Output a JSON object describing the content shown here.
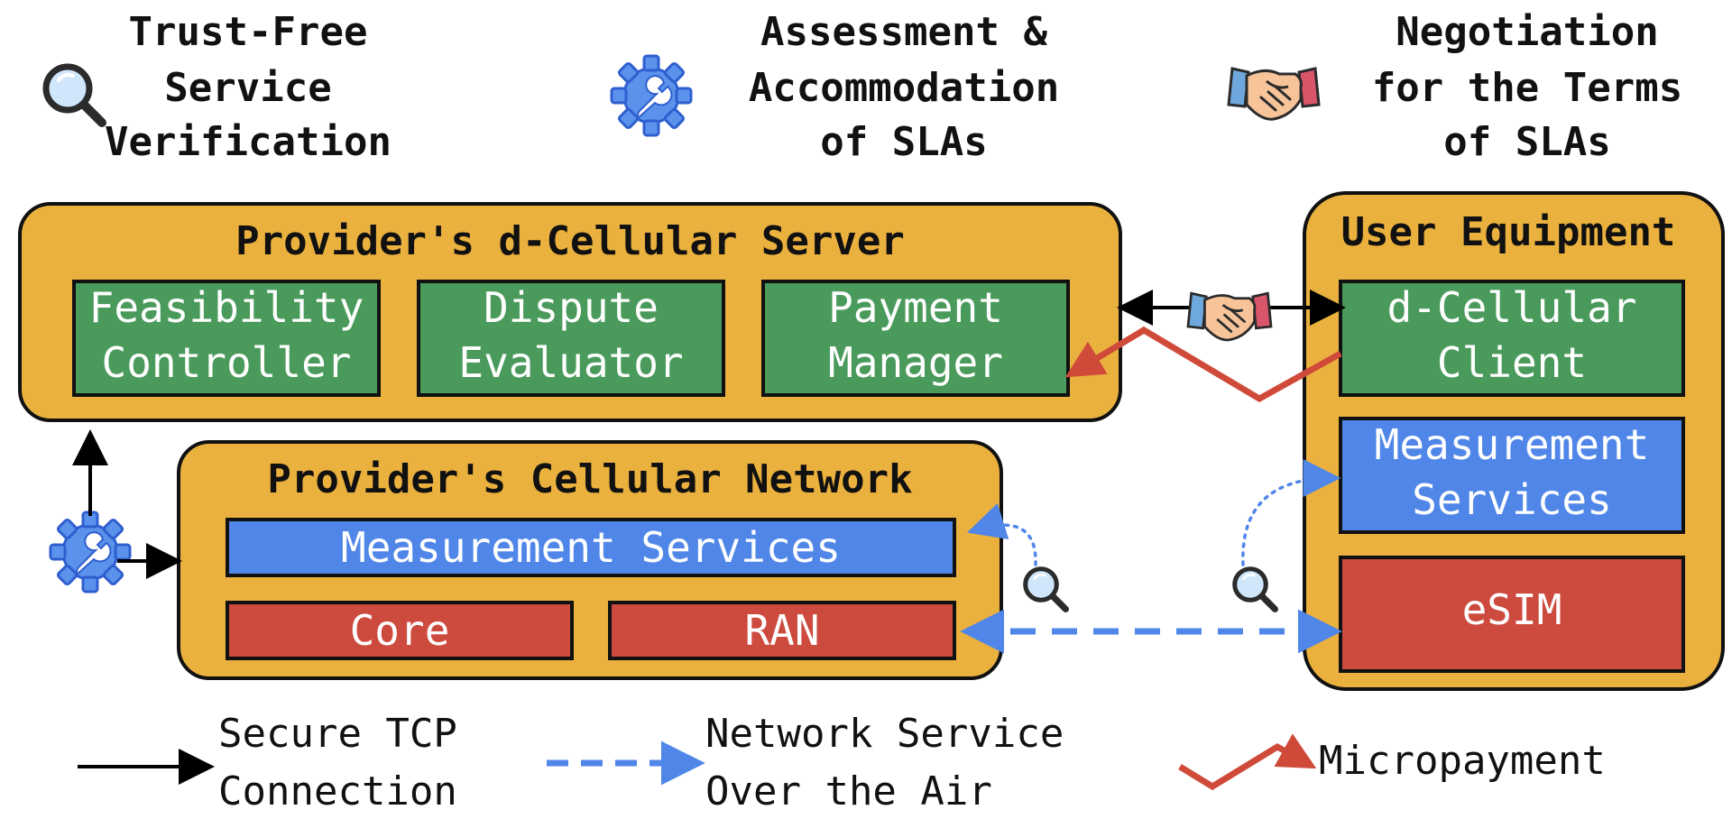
{
  "header": {
    "verification": {
      "icon": "magnifier-icon",
      "lines": [
        "Trust-Free",
        "Service",
        "Verification"
      ]
    },
    "assessment": {
      "icon": "gear-wrench-icon",
      "lines": [
        "Assessment &",
        "Accommodation",
        "of SLAs"
      ]
    },
    "negotiation": {
      "icon": "handshake-icon",
      "lines": [
        "Negotiation",
        "for the Terms",
        "of SLAs"
      ]
    }
  },
  "server": {
    "title": "Provider's d-Cellular Server",
    "modules": [
      {
        "lines": [
          "Feasibility",
          "Controller"
        ]
      },
      {
        "lines": [
          "Dispute",
          "Evaluator"
        ]
      },
      {
        "lines": [
          "Payment",
          "Manager"
        ]
      }
    ]
  },
  "network": {
    "title": "Provider's Cellular Network",
    "measurement": "Measurement Services",
    "core": "Core",
    "ran": "RAN"
  },
  "ue": {
    "title": "User Equipment",
    "client": [
      "d-Cellular",
      "Client"
    ],
    "measurement": [
      "Measurement",
      "Services"
    ],
    "esim": "eSIM"
  },
  "legend": {
    "tcp": [
      "Secure TCP",
      "Connection"
    ],
    "air": [
      "Network Service",
      "Over the Air"
    ],
    "payment": "Micropayment"
  },
  "colors": {
    "container": "#EBB13E",
    "module_green": "#4A9A5C",
    "module_blue": "#4F86E8",
    "module_red": "#CC4A3E",
    "arrow_black": "#000000",
    "arrow_blue": "#4F86E8",
    "payment_red": "#D04A3A"
  }
}
